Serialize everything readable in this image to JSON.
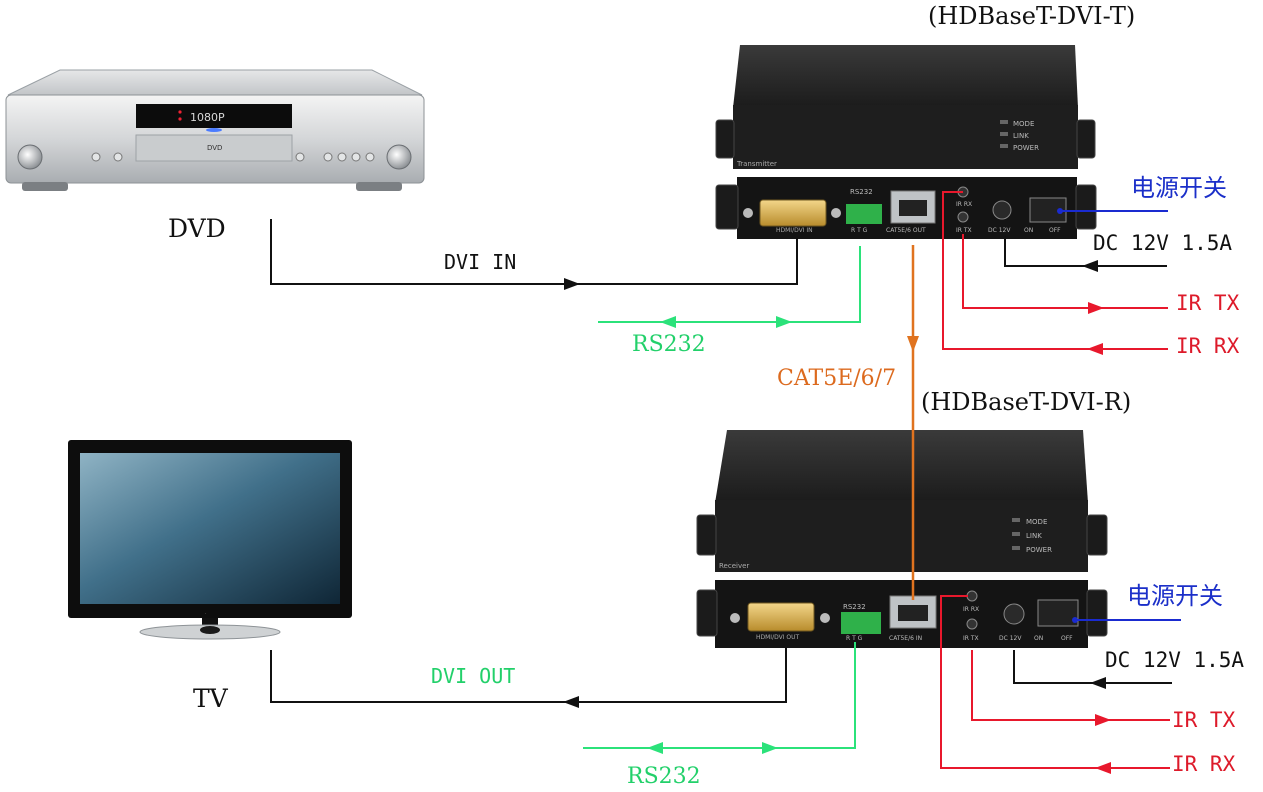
{
  "colors": {
    "black_line": "#111111",
    "green_line": "#2be27a",
    "red_line": "#e8182c",
    "orange_line": "#e0731f",
    "blue_line": "#1a2bd0",
    "blue_text": "#1b2fc9",
    "green_text": "#22d06a",
    "orange_text": "#dc6a1e",
    "red_text": "#dd1a2a"
  },
  "transmitter": {
    "title": "(HDBaseT-DVI-T)",
    "panel_label": "Transmitter",
    "leds": [
      "MODE",
      "LINK",
      "POWER"
    ],
    "ports": {
      "video": "HDMI/DVI IN",
      "rs232": "RS232",
      "rs232_pins": "R T G",
      "cat": "CAT5E/6 OUT",
      "ir_rx": "IR RX",
      "ir_tx": "IR TX",
      "dc": "DC 12V",
      "on": "ON",
      "off": "OFF"
    }
  },
  "receiver": {
    "title": "(HDBaseT-DVI-R)",
    "panel_label": "Receiver",
    "leds": [
      "MODE",
      "LINK",
      "POWER"
    ],
    "ports": {
      "video": "HDMI/DVI OUT",
      "rs232": "RS232",
      "rs232_pins": "R T G",
      "cat": "CAT5E/6 IN",
      "ir_rx": "IR RX",
      "ir_tx": "IR TX",
      "dc": "DC 12V",
      "on": "ON",
      "off": "OFF"
    }
  },
  "dvd": {
    "label": "DVD",
    "display": "1080P",
    "badge": "DVD"
  },
  "tv": {
    "label": "TV"
  },
  "connections": {
    "dvi_in": "DVI IN",
    "dvi_out": "DVI OUT",
    "rs232_top": "RS232",
    "rs232_bottom": "RS232",
    "cat": "CAT5E/6/7",
    "power_switch_top": "电源开关",
    "power_switch_bottom": "电源开关",
    "dc_top": "DC 12V 1.5A",
    "dc_bottom": "DC 12V 1.5A",
    "ir_tx_top": "IR TX",
    "ir_rx_top": "IR RX",
    "ir_tx_bottom": "IR TX",
    "ir_rx_bottom": "IR RX"
  }
}
